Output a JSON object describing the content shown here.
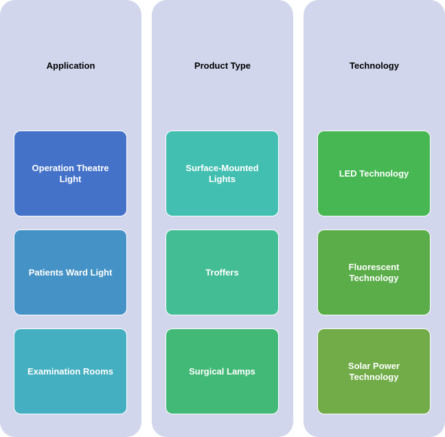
{
  "columns": [
    {
      "title": "Application",
      "items": [
        {
          "label": "Operation Theatre Light",
          "color": "#4472c9"
        },
        {
          "label": "Patients Ward Light",
          "color": "#4592c6"
        },
        {
          "label": "Examination Rooms",
          "color": "#44afc1"
        }
      ]
    },
    {
      "title": "Product Type",
      "items": [
        {
          "label": "Surface-Mounted\nLights",
          "color": "#43bfb1"
        },
        {
          "label": "Troffers",
          "color": "#43bd93"
        },
        {
          "label": "Surgical Lamps",
          "color": "#43b977"
        }
      ]
    },
    {
      "title": "Technology",
      "items": [
        {
          "label": "LED Technology",
          "color": "#47b753"
        },
        {
          "label": "Fluorescent\nTechnology",
          "color": "#5bad4a"
        },
        {
          "label": "Solar Power\nTechnology",
          "color": "#71ac48"
        }
      ]
    }
  ]
}
